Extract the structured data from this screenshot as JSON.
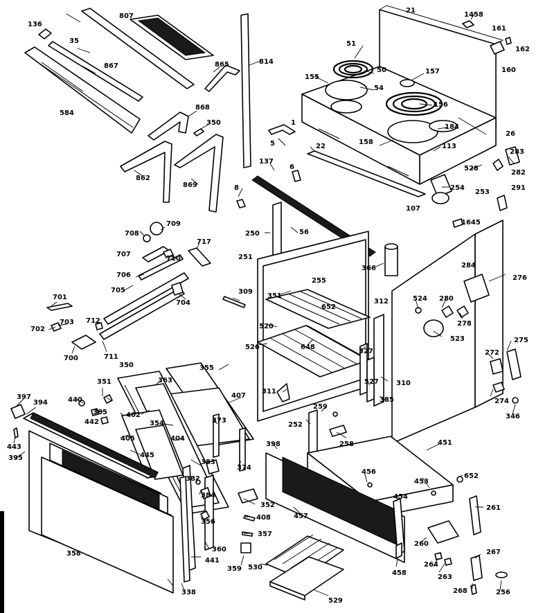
{
  "figure": {
    "type": "exploded-parts-diagram",
    "labels": [
      {
        "id": "l136",
        "text": "136"
      },
      {
        "id": "l807",
        "text": "807"
      },
      {
        "id": "l35",
        "text": "35"
      },
      {
        "id": "l867",
        "text": "867"
      },
      {
        "id": "l584",
        "text": "584"
      },
      {
        "id": "l865",
        "text": "865"
      },
      {
        "id": "l814",
        "text": "814"
      },
      {
        "id": "l868",
        "text": "868"
      },
      {
        "id": "l350a",
        "text": "350"
      },
      {
        "id": "l862",
        "text": "862"
      },
      {
        "id": "l869",
        "text": "869"
      },
      {
        "id": "l21",
        "text": "21"
      },
      {
        "id": "l1458",
        "text": "1458"
      },
      {
        "id": "l161",
        "text": "161"
      },
      {
        "id": "l162",
        "text": "162"
      },
      {
        "id": "l160",
        "text": "160"
      },
      {
        "id": "l51",
        "text": "51"
      },
      {
        "id": "l50",
        "text": "50"
      },
      {
        "id": "l157",
        "text": "157"
      },
      {
        "id": "l155",
        "text": "155"
      },
      {
        "id": "l54",
        "text": "54"
      },
      {
        "id": "l156",
        "text": "156"
      },
      {
        "id": "l1",
        "text": "1"
      },
      {
        "id": "l184",
        "text": "184"
      },
      {
        "id": "l158",
        "text": "158"
      },
      {
        "id": "l26",
        "text": "26"
      },
      {
        "id": "l5",
        "text": "5"
      },
      {
        "id": "l22",
        "text": "22"
      },
      {
        "id": "l113",
        "text": "113"
      },
      {
        "id": "l283",
        "text": "283"
      },
      {
        "id": "l528",
        "text": "528"
      },
      {
        "id": "l282",
        "text": "282"
      },
      {
        "id": "l137",
        "text": "137"
      },
      {
        "id": "l6",
        "text": "6"
      },
      {
        "id": "l254",
        "text": "254"
      },
      {
        "id": "l253",
        "text": "253"
      },
      {
        "id": "l8",
        "text": "8"
      },
      {
        "id": "l107",
        "text": "107"
      },
      {
        "id": "l291",
        "text": "291"
      },
      {
        "id": "l1645",
        "text": "1645"
      },
      {
        "id": "l250",
        "text": "250"
      },
      {
        "id": "l56",
        "text": "56"
      },
      {
        "id": "l708",
        "text": "708"
      },
      {
        "id": "l709",
        "text": "709"
      },
      {
        "id": "l717",
        "text": "717"
      },
      {
        "id": "l707",
        "text": "707"
      },
      {
        "id": "l710",
        "text": "710"
      },
      {
        "id": "l251",
        "text": "251"
      },
      {
        "id": "l366",
        "text": "366"
      },
      {
        "id": "l284",
        "text": "284"
      },
      {
        "id": "l276",
        "text": "276"
      },
      {
        "id": "l706",
        "text": "706"
      },
      {
        "id": "l255",
        "text": "255"
      },
      {
        "id": "l705",
        "text": "705"
      },
      {
        "id": "l704",
        "text": "704"
      },
      {
        "id": "l309",
        "text": "309"
      },
      {
        "id": "l351a",
        "text": "351"
      },
      {
        "id": "l652a",
        "text": "652"
      },
      {
        "id": "l312",
        "text": "312"
      },
      {
        "id": "l524",
        "text": "524"
      },
      {
        "id": "l280",
        "text": "280"
      },
      {
        "id": "l701",
        "text": "701"
      },
      {
        "id": "l520",
        "text": "520"
      },
      {
        "id": "l278",
        "text": "278"
      },
      {
        "id": "l702",
        "text": "702"
      },
      {
        "id": "l703",
        "text": "703"
      },
      {
        "id": "l712",
        "text": "712"
      },
      {
        "id": "l523",
        "text": "523"
      },
      {
        "id": "l275",
        "text": "275"
      },
      {
        "id": "l700",
        "text": "700"
      },
      {
        "id": "l711",
        "text": "711"
      },
      {
        "id": "l526",
        "text": "526"
      },
      {
        "id": "l648",
        "text": "648"
      },
      {
        "id": "l527a",
        "text": "527"
      },
      {
        "id": "l272",
        "text": "272"
      },
      {
        "id": "l350b",
        "text": "350"
      },
      {
        "id": "l355",
        "text": "355"
      },
      {
        "id": "l527b",
        "text": "527"
      },
      {
        "id": "l310",
        "text": "310"
      },
      {
        "id": "l274",
        "text": "274"
      },
      {
        "id": "l351b",
        "text": "351"
      },
      {
        "id": "l363",
        "text": "363"
      },
      {
        "id": "l311",
        "text": "311"
      },
      {
        "id": "l407",
        "text": "407"
      },
      {
        "id": "l385a",
        "text": "385"
      },
      {
        "id": "l346",
        "text": "346"
      },
      {
        "id": "l397",
        "text": "397"
      },
      {
        "id": "l440",
        "text": "440"
      },
      {
        "id": "l385b",
        "text": "385"
      },
      {
        "id": "l259",
        "text": "259"
      },
      {
        "id": "l394",
        "text": "394"
      },
      {
        "id": "l442",
        "text": "442"
      },
      {
        "id": "l402",
        "text": "402"
      },
      {
        "id": "l354",
        "text": "354"
      },
      {
        "id": "l373",
        "text": "373"
      },
      {
        "id": "l252",
        "text": "252"
      },
      {
        "id": "l451",
        "text": "451"
      },
      {
        "id": "l405",
        "text": "405"
      },
      {
        "id": "l404",
        "text": "404"
      },
      {
        "id": "l258",
        "text": "258"
      },
      {
        "id": "l443",
        "text": "443"
      },
      {
        "id": "l374",
        "text": "374"
      },
      {
        "id": "l398",
        "text": "398"
      },
      {
        "id": "l395",
        "text": "395"
      },
      {
        "id": "l445",
        "text": "445"
      },
      {
        "id": "l383",
        "text": "383"
      },
      {
        "id": "l456",
        "text": "456"
      },
      {
        "id": "l453",
        "text": "453"
      },
      {
        "id": "l652b",
        "text": "652"
      },
      {
        "id": "l382",
        "text": "382"
      },
      {
        "id": "l384",
        "text": "384"
      },
      {
        "id": "l454",
        "text": "454"
      },
      {
        "id": "l352",
        "text": "352"
      },
      {
        "id": "l457",
        "text": "457"
      },
      {
        "id": "l261",
        "text": "261"
      },
      {
        "id": "l356",
        "text": "356"
      },
      {
        "id": "l408",
        "text": "408"
      },
      {
        "id": "l357",
        "text": "357"
      },
      {
        "id": "l358",
        "text": "358"
      },
      {
        "id": "l360",
        "text": "360"
      },
      {
        "id": "l260",
        "text": "260"
      },
      {
        "id": "l267",
        "text": "267"
      },
      {
        "id": "l441",
        "text": "441"
      },
      {
        "id": "l359",
        "text": "359"
      },
      {
        "id": "l530",
        "text": "530"
      },
      {
        "id": "l264",
        "text": "264"
      },
      {
        "id": "l263",
        "text": "263"
      },
      {
        "id": "l458",
        "text": "458"
      },
      {
        "id": "l338",
        "text": "338"
      },
      {
        "id": "l529",
        "text": "529"
      },
      {
        "id": "l268",
        "text": "268"
      },
      {
        "id": "l256",
        "text": "256"
      }
    ]
  }
}
